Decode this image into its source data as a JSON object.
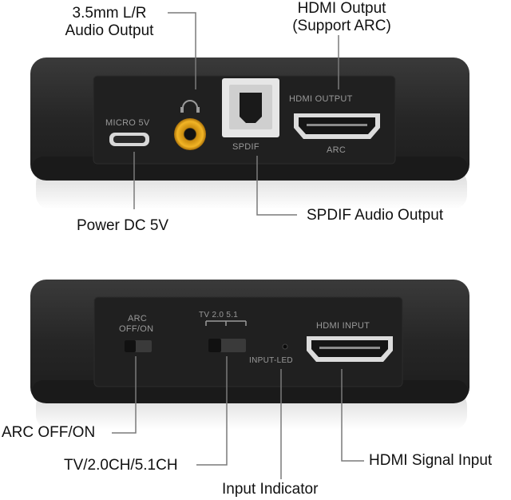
{
  "callouts": {
    "audio_out_line1": "3.5mm L/R",
    "audio_out_line2": "Audio Output",
    "hdmi_out_line1": "HDMI Output",
    "hdmi_out_line2": "(Support ARC)",
    "power": "Power DC 5V",
    "spdif": "SPDIF Audio Output",
    "arc": "ARC OFF/ON",
    "channel": "TV/2.0CH/5.1CH",
    "indicator": "Input Indicator",
    "hdmi_in": "HDMI Signal Input"
  },
  "device_labels": {
    "micro": "MICRO 5V",
    "hdmi_output": "HDMI OUTPUT",
    "spdif": "SPDIF",
    "arc_port": "ARC",
    "arc_switch_line1": "ARC",
    "arc_switch_line2": "OFF/ON",
    "channel_switch": "TV 2.0 5.1",
    "input_led": "INPUT-LED",
    "hdmi_input": "HDMI INPUT"
  },
  "colors": {
    "device_body": "#2b2b2b",
    "panel": "#1f1f1f",
    "jack_gold": "#e0a21a",
    "leader_line": "#7a7a7a"
  }
}
